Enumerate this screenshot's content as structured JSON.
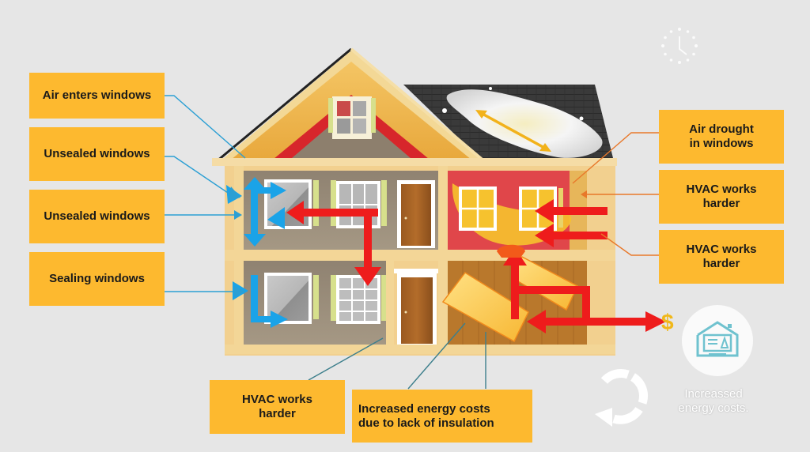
{
  "left_labels": [
    {
      "text": "Air enters windows"
    },
    {
      "text": "Unsealed windows"
    },
    {
      "text": "Unsealed windows"
    },
    {
      "text": "Sealing windows"
    }
  ],
  "right_labels": [
    {
      "text": "Air drought\nin windows"
    },
    {
      "text": "HVAC works\nharder"
    },
    {
      "text": "HVAC works\nharder"
    }
  ],
  "bottom_labels": [
    {
      "text": "HVAC works\nharder"
    },
    {
      "text": "Increased energy costs\ndue to lack of insulation"
    }
  ],
  "caption": {
    "text": "Increassed\nenergy costs."
  },
  "icons": {
    "clock": "clock-icon",
    "dollar": "$",
    "house_badge": "house-document-icon",
    "refresh": "refresh-cycle-icon"
  },
  "colors": {
    "background": "#e6e6e6",
    "label_fill": "#fdb92f",
    "heat_arrow": "#ee1c1c",
    "air_arrow": "#1aa3e8",
    "blue_leader": "#2b9fd4",
    "orange_leader": "#e8782a",
    "teal_leader": "#3d7f8c",
    "house_frame": "#f2d08f",
    "roof": "#3b3b3b",
    "wall": "#8a7d6c",
    "attic_red": "#d7262b",
    "dollar": "#f0b81a"
  }
}
